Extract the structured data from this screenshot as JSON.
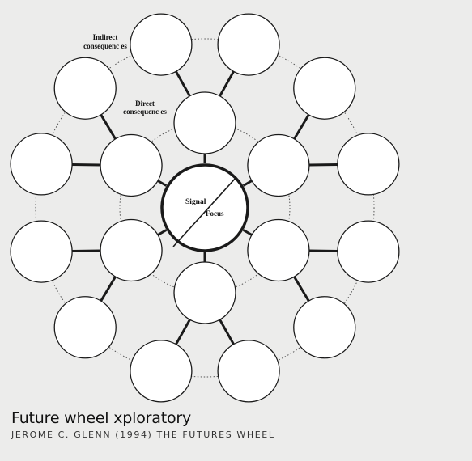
{
  "wheel": {
    "labels": {
      "indirect_line1": "Indirect",
      "indirect_line2": "consequenc es",
      "direct_line1": "Direct",
      "direct_line2": "consequenc es",
      "signal": "Signal",
      "focus": "Focus"
    },
    "colors": {
      "background": "#ececeb",
      "node_fill": "#ffffff",
      "stroke": "#1a1a1a",
      "ring": "#555555"
    },
    "direct_count": 6,
    "indirect_count": 12
  },
  "caption": {
    "title": "Future wheel xploratory",
    "subtitle": "JEROME C. GLENN (1994) THE FUTURES WHEEL"
  }
}
